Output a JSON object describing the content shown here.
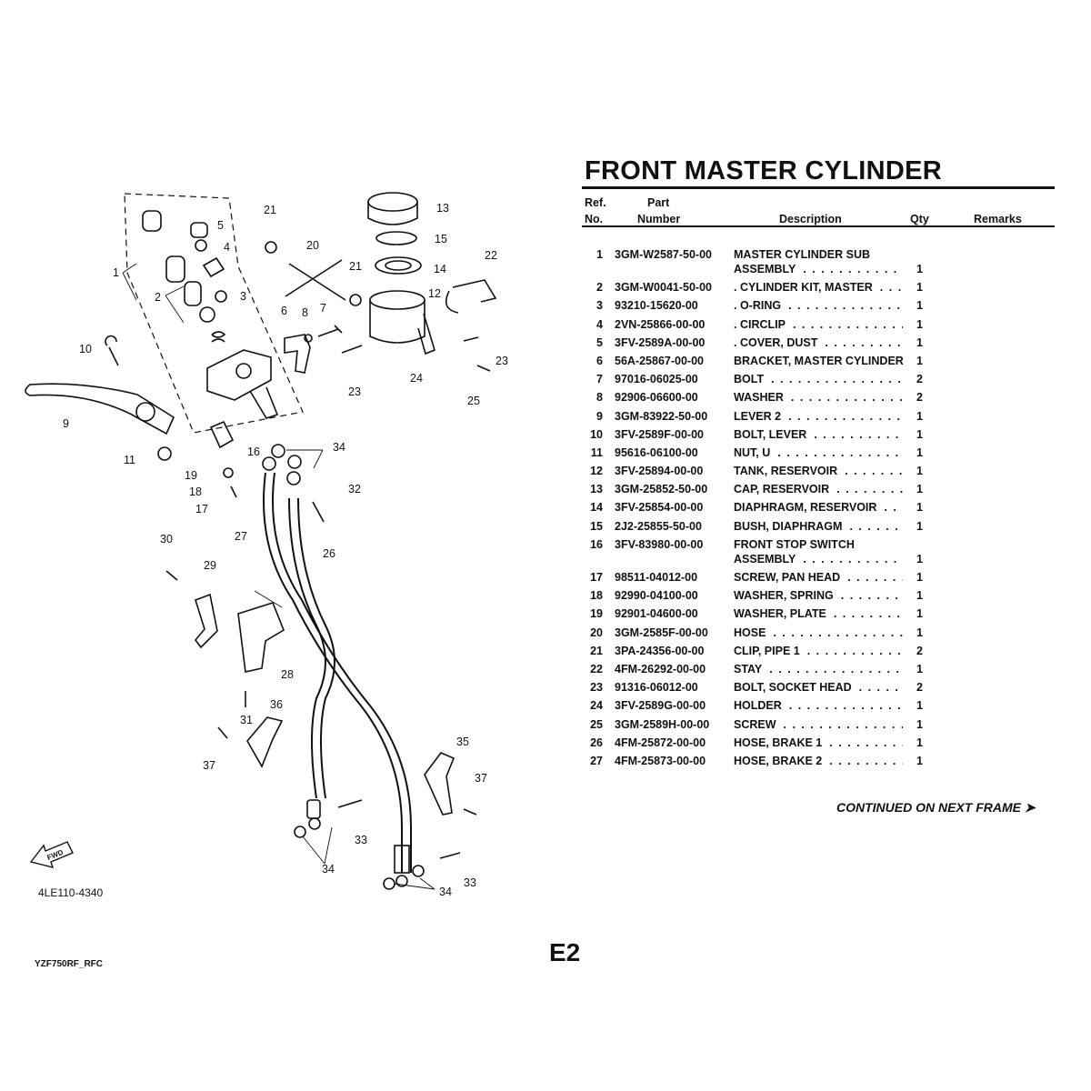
{
  "title": "FRONT MASTER CYLINDER",
  "table_header": {
    "ref_line1": "Ref.",
    "ref_line2": "No.",
    "part_line1": "Part",
    "part_line2": "Number",
    "description": "Description",
    "qty": "Qty",
    "remarks": "Remarks"
  },
  "rows": [
    {
      "ref": "1",
      "part": "3GM-W2587-50-00",
      "desc1": "MASTER CYLINDER SUB",
      "desc2": "ASSEMBLY",
      "qty": "1"
    },
    {
      "ref": "2",
      "part": "3GM-W0041-50-00",
      "desc1": ". CYLINDER KIT, MASTER",
      "qty": "1"
    },
    {
      "ref": "3",
      "part": "93210-15620-00",
      "desc1": ". O-RING",
      "qty": "1"
    },
    {
      "ref": "4",
      "part": "2VN-25866-00-00",
      "desc1": ". CIRCLIP",
      "qty": "1"
    },
    {
      "ref": "5",
      "part": "3FV-2589A-00-00",
      "desc1": ". COVER, DUST",
      "qty": "1"
    },
    {
      "ref": "6",
      "part": "56A-25867-00-00",
      "desc1": "BRACKET, MASTER CYLINDER",
      "qty": "1"
    },
    {
      "ref": "7",
      "part": "97016-06025-00",
      "desc1": "BOLT",
      "qty": "2"
    },
    {
      "ref": "8",
      "part": "92906-06600-00",
      "desc1": "WASHER",
      "qty": "2"
    },
    {
      "ref": "9",
      "part": "3GM-83922-50-00",
      "desc1": "LEVER 2",
      "qty": "1"
    },
    {
      "ref": "10",
      "part": "3FV-2589F-00-00",
      "desc1": "BOLT, LEVER",
      "qty": "1"
    },
    {
      "ref": "11",
      "part": "95616-06100-00",
      "desc1": "NUT, U",
      "qty": "1"
    },
    {
      "ref": "12",
      "part": "3FV-25894-00-00",
      "desc1": "TANK, RESERVOIR",
      "qty": "1"
    },
    {
      "ref": "13",
      "part": "3GM-25852-50-00",
      "desc1": "CAP, RESERVOIR",
      "qty": "1"
    },
    {
      "ref": "14",
      "part": "3FV-25854-00-00",
      "desc1": "DIAPHRAGM, RESERVOIR",
      "qty": "1"
    },
    {
      "ref": "15",
      "part": "2J2-25855-50-00",
      "desc1": "BUSH, DIAPHRAGM",
      "qty": "1"
    },
    {
      "ref": "16",
      "part": "3FV-83980-00-00",
      "desc1": "FRONT STOP SWITCH",
      "desc2": "ASSEMBLY",
      "qty": "1"
    },
    {
      "ref": "17",
      "part": "98511-04012-00",
      "desc1": "SCREW, PAN HEAD",
      "qty": "1"
    },
    {
      "ref": "18",
      "part": "92990-04100-00",
      "desc1": "WASHER, SPRING",
      "qty": "1"
    },
    {
      "ref": "19",
      "part": "92901-04600-00",
      "desc1": "WASHER, PLATE",
      "qty": "1"
    },
    {
      "ref": "20",
      "part": "3GM-2585F-00-00",
      "desc1": "HOSE",
      "qty": "1"
    },
    {
      "ref": "21",
      "part": "3PA-24356-00-00",
      "desc1": "CLIP, PIPE 1",
      "qty": "2"
    },
    {
      "ref": "22",
      "part": "4FM-26292-00-00",
      "desc1": "STAY",
      "qty": "1"
    },
    {
      "ref": "23",
      "part": "91316-06012-00",
      "desc1": "BOLT, SOCKET HEAD",
      "qty": "2"
    },
    {
      "ref": "24",
      "part": "3FV-2589G-00-00",
      "desc1": "HOLDER",
      "qty": "1"
    },
    {
      "ref": "25",
      "part": "3GM-2589H-00-00",
      "desc1": "SCREW",
      "qty": "1"
    },
    {
      "ref": "26",
      "part": "4FM-25872-00-00",
      "desc1": "HOSE, BRAKE 1",
      "qty": "1"
    },
    {
      "ref": "27",
      "part": "4FM-25873-00-00",
      "desc1": "HOSE, BRAKE 2",
      "qty": "1"
    }
  ],
  "continued": "CONTINUED ON NEXT FRAME ➤",
  "diagram": {
    "callouts": [
      "1",
      "2",
      "3",
      "4",
      "5",
      "6",
      "7",
      "8",
      "9",
      "10",
      "11",
      "12",
      "13",
      "14",
      "15",
      "16",
      "17",
      "18",
      "19",
      "20",
      "21",
      "21",
      "22",
      "23",
      "23",
      "24",
      "25",
      "26",
      "27",
      "28",
      "29",
      "30",
      "31",
      "32",
      "33",
      "33",
      "34",
      "34",
      "34",
      "35",
      "36",
      "37",
      "37"
    ],
    "fwd_label": "FWD",
    "code": "4LE110-4340"
  },
  "page_label": "E2",
  "model": "YZF750RF_RFC"
}
